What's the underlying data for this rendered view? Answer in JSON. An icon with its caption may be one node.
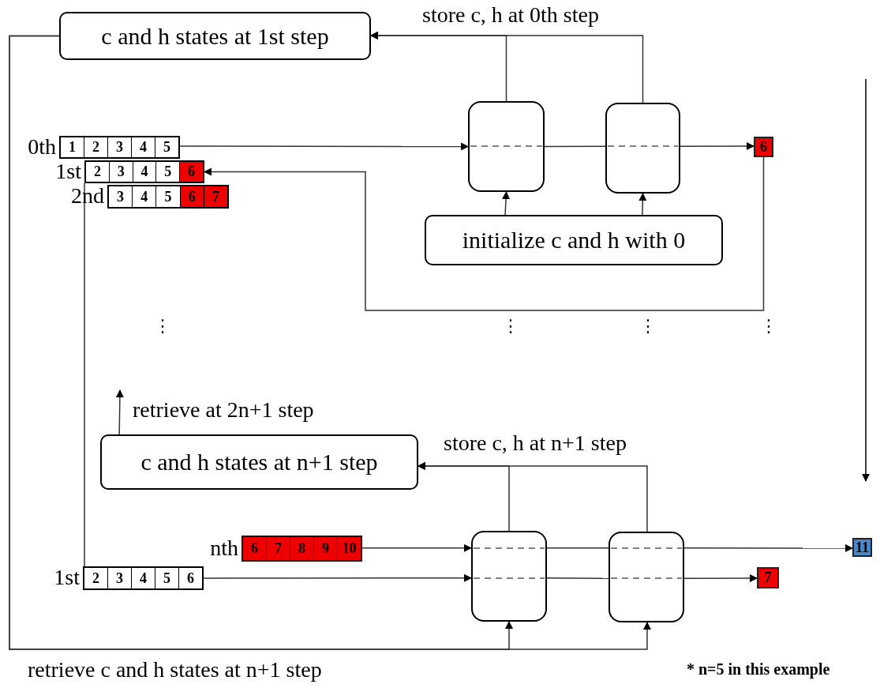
{
  "diagram": {
    "nodes": [
      {
        "text": [
          "c and h states at 1st step"
        ]
      },
      {
        "text": [
          "1",
          "2",
          "3",
          "4",
          "5"
        ],
        "beside": [
          "0th"
        ]
      },
      {
        "text": [],
        "shape": "box"
      },
      {
        "text": [],
        "shape": "box"
      },
      {
        "text": [
          "6"
        ]
      },
      {
        "text": [
          "2",
          "3",
          "4",
          "5",
          "6"
        ],
        "beside": [
          "1st"
        ]
      },
      {
        "text": [
          "3",
          "4",
          "5",
          "6",
          "7"
        ],
        "beside": [
          "2nd"
        ]
      },
      {
        "text": [
          "initialize c and h with 0"
        ]
      },
      {
        "text": [
          "c and h states at n+1 step"
        ]
      },
      {
        "text": [
          "6",
          "7",
          "8",
          "9",
          "10"
        ],
        "beside": [
          "nth"
        ]
      },
      {
        "text": [],
        "shape": "box"
      },
      {
        "text": [],
        "shape": "box"
      },
      {
        "text": [
          "11"
        ]
      },
      {
        "text": [
          "2",
          "3",
          "4",
          "5",
          "6"
        ],
        "beside": [
          "1st"
        ]
      },
      {
        "text": [
          "7"
        ]
      }
    ],
    "edges": [
      {
        "from": 2,
        "to": 0,
        "arrow": "to",
        "label": "store c, h at 0th step"
      },
      {
        "from": 3,
        "to": 0,
        "arrow": "to"
      },
      {
        "from": 1,
        "to": 2,
        "arrow": "to"
      },
      {
        "from": 2,
        "to": 3,
        "arrow": "none"
      },
      {
        "from": 3,
        "to": 4,
        "arrow": "to"
      },
      {
        "from": 7,
        "to": 2,
        "arrow": "to"
      },
      {
        "from": 7,
        "to": 3,
        "arrow": "to"
      },
      {
        "from": 4,
        "to": 5,
        "arrow": "to"
      },
      {
        "from": 5,
        "to": 13,
        "arrow": "none"
      },
      {
        "from": 8,
        "to": null,
        "arrow": "to",
        "label": "retrieve at 2n+1 step"
      },
      {
        "from": 10,
        "to": 8,
        "arrow": "to",
        "label": "store c, h at n+1 step"
      },
      {
        "from": 11,
        "to": 8,
        "arrow": "to"
      },
      {
        "from": 9,
        "to": 10,
        "arrow": "to"
      },
      {
        "from": 10,
        "to": 11,
        "arrow": "none"
      },
      {
        "from": 11,
        "to": 12,
        "arrow": "to"
      },
      {
        "from": 13,
        "to": 10,
        "arrow": "to"
      },
      {
        "from": 10,
        "to": 11,
        "arrow": "none"
      },
      {
        "from": 11,
        "to": 14,
        "arrow": "to"
      },
      {
        "from": 0,
        "to": 10,
        "arrow": "to",
        "label": "retrieve c and h states at n+1 step"
      },
      {
        "from": 0,
        "to": 11,
        "arrow": "to"
      }
    ],
    "labels": [
      "⋮",
      "⋮",
      "⋮",
      "⋮",
      "* n=5 in this example"
    ]
  }
}
